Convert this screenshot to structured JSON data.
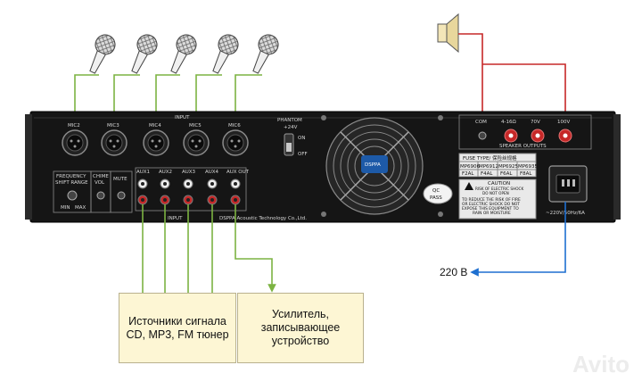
{
  "panel": {
    "input_title": "INPUT",
    "mic_labels": [
      "MIC2",
      "MIC3",
      "MIC4",
      "MIC5",
      "MIC6"
    ],
    "phantom_label": "PHANTOM",
    "phantom_voltage": "+24V",
    "switch_on": "ON",
    "switch_off": "OFF",
    "freq_label_1": "FREQUENCY",
    "freq_label_2": "SHIFT RANGE",
    "chime_label_1": "CHIME",
    "chime_label_2": "VOL",
    "mute_label": "MUTE",
    "knob_min": "MIN",
    "knob_max": "MAX",
    "aux_labels": [
      "AUX1",
      "AUX2",
      "AUX3",
      "AUX4",
      "AUX OUT"
    ],
    "input_bottom": "INPUT",
    "brand": "DSPPA Acoustic Technology Co.,Ltd.",
    "fan_badge": "DSPPA",
    "qc_1": "QC",
    "qc_2": "PASS",
    "speaker_terminals": [
      "COM",
      "4-16Ω",
      "70V",
      "100V"
    ],
    "speaker_outputs": "SPEAKER OUTPUTS",
    "fuse_title": "FUSE TYPE/ 保险丝规格",
    "fuse_models": [
      "MP6906",
      "MP6912",
      "MP6925",
      "MP6935"
    ],
    "fuse_ratings": [
      "F2AL",
      "F4AL",
      "F6AL",
      "F8AL"
    ],
    "caution_title": "CAUTION",
    "caution_lines": [
      "RISK OF ELECTRIC SHOCK",
      "DO NOT OPEN"
    ],
    "warning_lines": [
      "TO REDUCE THE RISK OF FIRE",
      "OR ELECTRIC SHOCK DO NOT",
      "EXPOSE THIS EQUIPMENT TO",
      "RAIN OR MOISTURE"
    ],
    "power_rating": "~220V/50Hz/6A"
  },
  "labels": {
    "sources_line1": "Источники сигнала",
    "sources_line2": "CD, MP3, FM тюнер",
    "recorder_line1": "Усилитель,",
    "recorder_line2": "записывающее",
    "recorder_line3": "устройство",
    "voltage": "220 В"
  },
  "colors": {
    "input_lines": "#7cb342",
    "speaker_lines": "#c62828",
    "power_line": "#1e6fd0",
    "label_box": "#fdf6d4",
    "panel": "#151515"
  },
  "watermark": "Avito"
}
